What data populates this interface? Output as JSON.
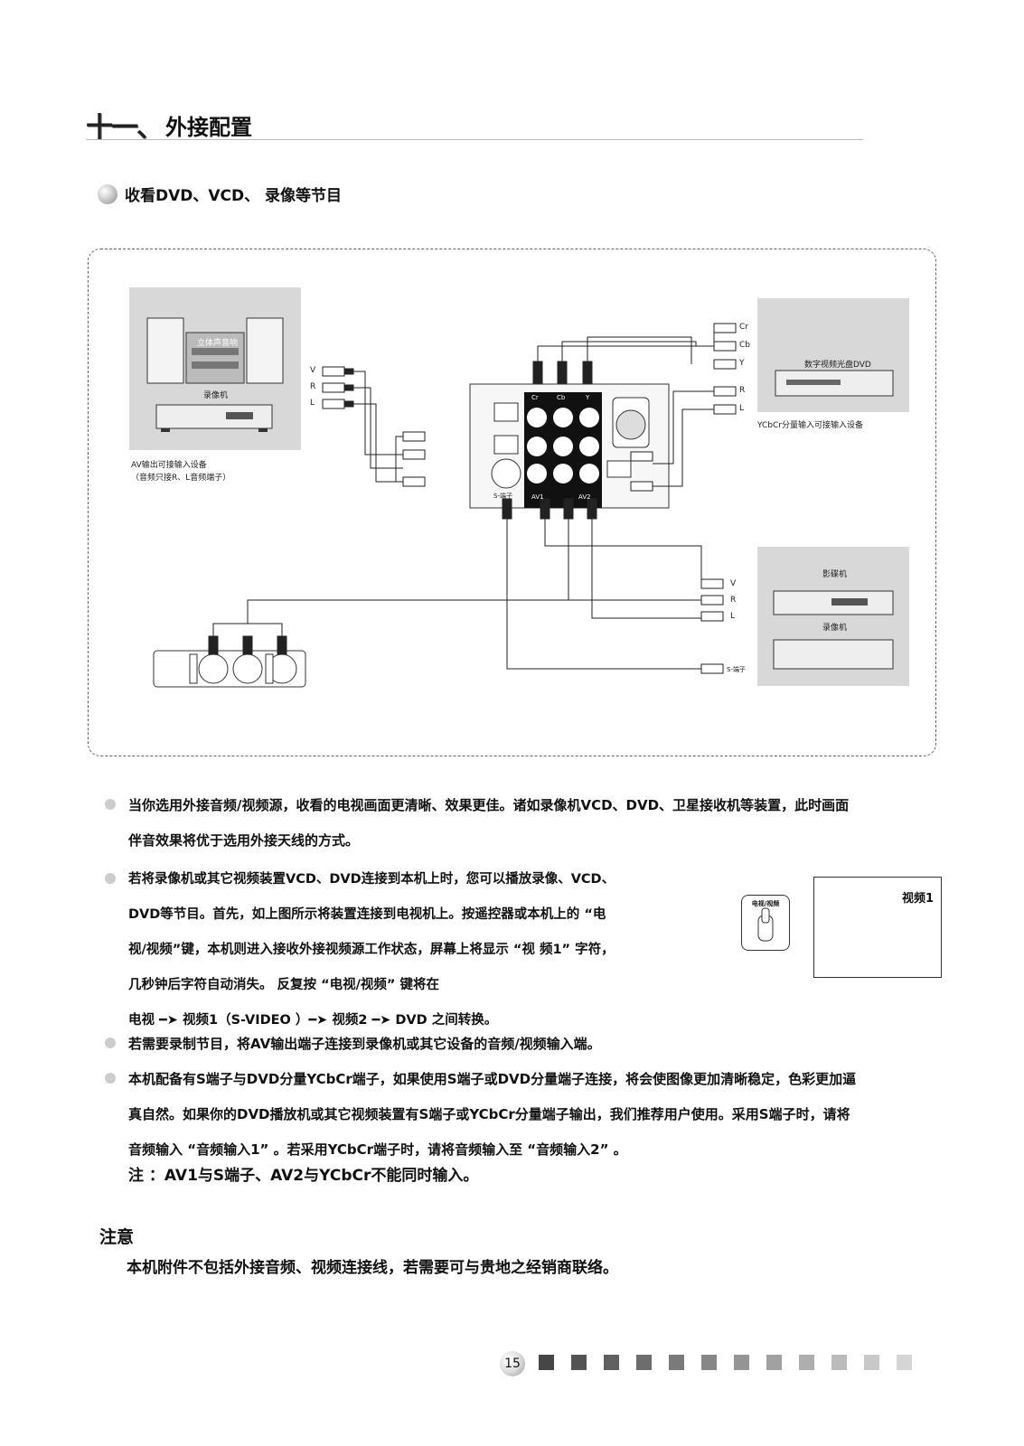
{
  "header": {
    "section_number": "十一、",
    "section_title": "外接配置",
    "sub_heading": "收看DVD、VCD、 录像等节目"
  },
  "diagram": {
    "audio_device_label": "立体声音响",
    "recorder_label": "录像机",
    "av_out_caption_1": "AV输出可接输入设备",
    "av_out_caption_2": "（音频只接R、L音频端子）",
    "left_jacks": [
      "V",
      "R",
      "L"
    ],
    "panel_top_labels": [
      "Cr",
      "Cb",
      "Y"
    ],
    "panel_s_label": "S-端子",
    "panel_bottom_label_1": "AV1",
    "panel_bottom_label_2": "AV2",
    "component_jacks": [
      "Cr",
      "Cb",
      "Y"
    ],
    "dvd_audio_jacks": [
      "R",
      "L"
    ],
    "dvd_label": "数字视频光盘DVD",
    "ycbcr_caption": "YCbCr分量输入可接输入设备",
    "vcd_label": "影碟机",
    "recorder2_label": "录像机",
    "right_av_jacks": [
      "V",
      "R",
      "L"
    ],
    "s_video_jack": "S-端子"
  },
  "paragraphs": {
    "p1": [
      "当你选用外接音频/视频源，收看的电视画面更清晰、效果更佳。诸如录像机VCD、DVD、卫星接收机等装置，此时画面",
      "伴音效果将优于选用外接天线的方式。"
    ],
    "p2": [
      "若将录像机或其它视频装置VCD、DVD连接到本机上时，您可以播放录像、VCD、",
      "DVD等节目。首先，如上图所示将装置连接到电视机上。按遥控器或本机上的 “电",
      "视/视频”键，本机则进入接收外接视频源工作状态，屏幕上将显示 “视 频1” 字符，",
      "几秒钟后字符自动消失。 反复按 “电视/视频” 键将在",
      "电视 ━➤ 视频1（S-VIDEO ）━➤ 视频2 ━➤ DVD 之间转换。"
    ],
    "p3": "若需要录制节目，将AV输出端子连接到录像机或其它设备的音频/视频输入端。",
    "p4": [
      "本机配备有S端子与DVD分量YCbCr端子，如果使用S端子或DVD分量端子连接，将会使图像更加清晰稳定，色彩更加逼",
      "真自然。如果你的DVD播放机或其它视频装置有S端子或YCbCr分量端子输出，我们推荐用户使用。采用S端子时，请将",
      "音频输入 “音频输入1” 。若采用YCbCr端子时，请将音频输入至 “音频输入2” 。"
    ],
    "note": "注 ：AV1与S端子、AV2与YCbCr不能同时输入。"
  },
  "osd": {
    "text": "视频1",
    "remote_label": "电视/视频"
  },
  "caution": {
    "title": "注意",
    "text": "本机附件不包括外接音频、视频连接线，若需要可与贵地之经销商联络。"
  },
  "footer": {
    "page_number": "15",
    "squares": 12
  }
}
